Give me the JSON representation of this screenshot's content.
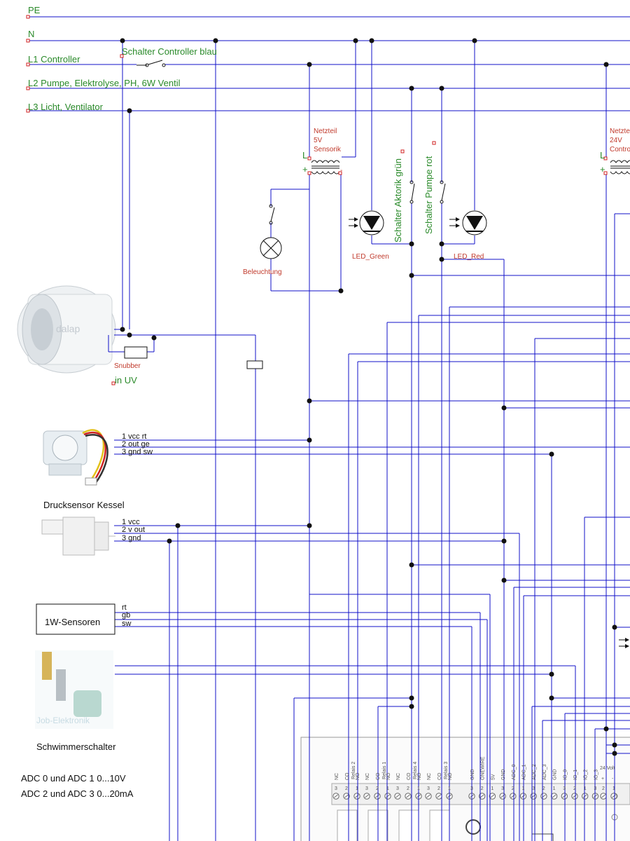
{
  "bus_labels": {
    "pe": "PE",
    "n": "N",
    "l1": "L1 Controller",
    "l2": "L2 Pumpe, Elektrolyse, PH, 6W Ventil",
    "l3": "L3 Licht, Ventilator"
  },
  "switch_controller": "Schalter Controller blau",
  "psu5": {
    "l1": "Netzteil",
    "l2": "5V",
    "l3": "Sensorik"
  },
  "psu24": {
    "l1": "Netzteil",
    "l2": "24V",
    "l3": "Contro"
  },
  "coil_l": "L",
  "plus": "+",
  "minus": "-",
  "led_green": "LED_Green",
  "led_red": "LED_Red",
  "switch_aktorik": "Schalter Aktorik grün",
  "switch_pumpe": "Schalter Pumpe rot",
  "lamp": "Beleuchtung",
  "snubber": "Snubber",
  "in_uv": "in UV",
  "fan_brand": "dalap",
  "flow_wires": [
    "1 vcc  rt",
    "2 out  ge",
    "3 gnd sw"
  ],
  "pressure_label": "Drucksensor Kessel",
  "pressure_wires": [
    "1 vcc",
    "2 v out",
    "3 gnd"
  ],
  "onewire_box": "1W-Sensoren",
  "onewire_wires": [
    "rt",
    "gb",
    "sw"
  ],
  "float_watermark": "Job-Elektronik",
  "float_label": "Schwimmerschalter",
  "adc_note": [
    "ADC 0 und ADC 1 0...10V",
    "ADC 2 und ADC 3 0...20mA"
  ],
  "board": {
    "relay_groups": [
      "Relais 2",
      "Relais 1",
      "Relais 4",
      "Relais 3"
    ],
    "relay_pins": [
      "NC",
      "CO",
      "NO"
    ],
    "right_pins": [
      "GND",
      "ONEWIRE",
      "5V",
      "GND",
      "ADC_0",
      "ADC_1",
      "ADC_2",
      "ADC_3",
      "GND",
      "IO_0",
      "IO_1",
      "IO_2",
      "IO_3"
    ],
    "volt_label": "24 Volt",
    "volt_pins": [
      "+",
      "-"
    ],
    "terminal_numbers": [
      "3",
      "2",
      "1"
    ]
  },
  "colors": {
    "wire": "#1010c8",
    "label": "#2a8a2a",
    "component": "#c0392b"
  }
}
